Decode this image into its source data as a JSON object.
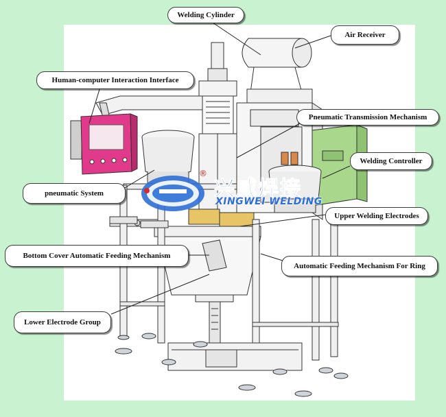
{
  "labels": {
    "welding_cylinder": "Welding Cylinder",
    "air_receiver": "Air Receiver",
    "hci": "Human-computer Interaction Interface",
    "pneumatic_transmission": "Pneumatic Transmission Mechanism",
    "welding_controller": "Welding Controller",
    "pneumatic_system": "pneumatic System",
    "upper_electrodes": "Upper Welding Electrodes",
    "bottom_cover_feeding": "Bottom Cover Automatic Feeding Mechanism",
    "ring_feeding": "Automatic Feeding Mechanism For Ring",
    "lower_electrode": "Lower Electrode Group"
  },
  "logo": {
    "chinese": "兴威焊接",
    "english": "XINGWEI WELDING",
    "registered": "®"
  },
  "colors": {
    "background": "#c9f2d0",
    "panel": "#ffffff",
    "hmi_body": "#e23a8a",
    "controller": "#a9d88c",
    "copper": "#d98a4a",
    "logo_blue": "#2e6fd6"
  }
}
